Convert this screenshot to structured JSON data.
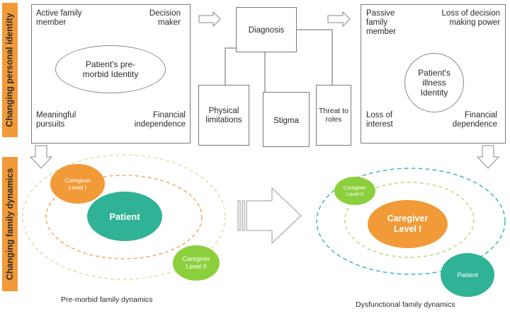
{
  "side_labels": {
    "top": "Changing personal identity",
    "bottom": "Changing family dynamics"
  },
  "left_box": {
    "top_left": "Active family member",
    "top_right": "Decision maker",
    "center": "Patient's pre-morbid Identity",
    "bottom_left": "Meaningful pursuits",
    "bottom_right": "Financial independence"
  },
  "center": {
    "diagnosis": "Diagnosis",
    "physical": "Physical limitations",
    "stigma": "Stigma",
    "threat": "Threat to roles"
  },
  "right_box": {
    "top_left": "Passive family member",
    "top_right": "Loss of decision making power",
    "center": "Patient's illness Identity",
    "bottom_left": "Loss of interest",
    "bottom_right": "Financial dependence"
  },
  "left_dynamics": {
    "patient": "Patient",
    "caregiver1": "Caregiver Level I",
    "caregiver2": "Caregiver Level II",
    "caption": "Pre-morbid family dynamics"
  },
  "right_dynamics": {
    "caregiver1": "Caregiver Level I",
    "caregiver2": "Caregiver Level II",
    "patient": "Patient",
    "caption": "Dysfunctional family dynamics"
  },
  "colors": {
    "orange": "#f29a38",
    "teal": "#2fb296",
    "green": "#8ccf3c"
  }
}
